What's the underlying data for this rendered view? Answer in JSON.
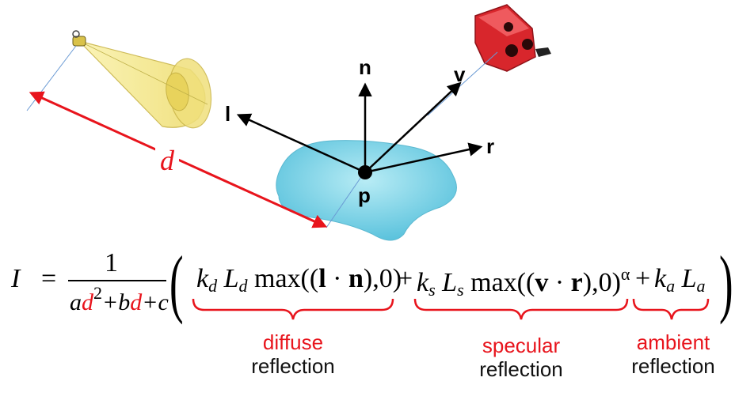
{
  "vectors": {
    "normal": "n",
    "light": "l",
    "view": "v",
    "reflect": "r",
    "point": "p"
  },
  "distance_label": "d",
  "equation": {
    "lhs": "I",
    "equals": "=",
    "numerator": "1",
    "denominator": {
      "a": "a",
      "d1": "d",
      "sq": "2",
      "plus_b": "+b",
      "d2": "d",
      "plus_c": "+c"
    },
    "diffuse_term": {
      "k": "k",
      "k_sub": "d",
      "L": "L",
      "L_sub": "d",
      "max_open": "max((",
      "dot_a": "l",
      "dot_op": " · ",
      "dot_b": "n",
      "max_close": "),0)"
    },
    "plus1": "+",
    "specular_term": {
      "k": "k",
      "k_sub": "s",
      "L": "L",
      "L_sub": "s",
      "max_open": "max((",
      "dot_a": "v",
      "dot_op": " · ",
      "dot_b": "r",
      "max_close": "),0)",
      "exp": "α"
    },
    "plus2": "+",
    "ambient_term": {
      "k": "k",
      "k_sub": "a",
      "L": "L",
      "L_sub": "a"
    }
  },
  "terms": {
    "diffuse": {
      "kind": "diffuse",
      "reflection": "reflection"
    },
    "specular": {
      "kind": "specular",
      "reflection": "reflection"
    },
    "ambient": {
      "kind": "ambient",
      "reflection": "reflection"
    }
  },
  "colors": {
    "accent": "#e8141c",
    "surface": "#7fd3e6",
    "light_cone": "#f2e27a",
    "viewer": "#d8262c",
    "brace": "#e8141c"
  }
}
